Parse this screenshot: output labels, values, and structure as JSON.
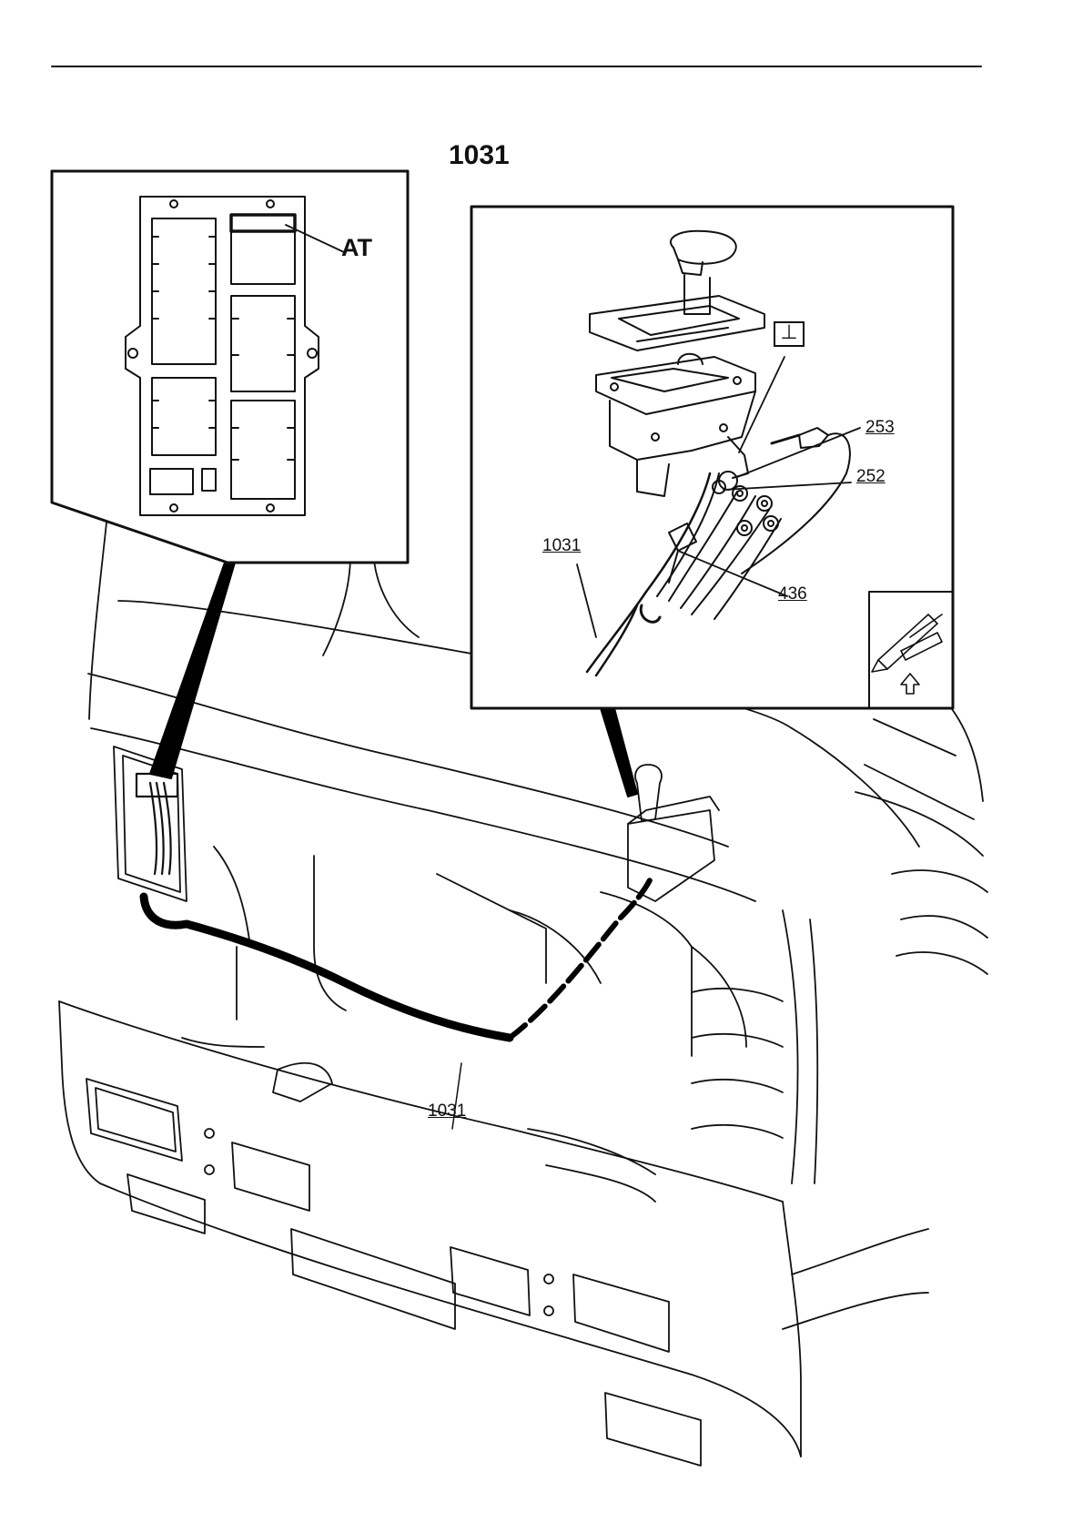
{
  "header": {
    "title": "1031"
  },
  "callouts": {
    "fuse_box_label": "AT",
    "harness_detail": "1031",
    "connector_253": "253",
    "connector_252": "252",
    "connector_436": "436",
    "harness_main": "1031"
  },
  "icons": {
    "ground": "ground-symbol",
    "orientation": "orientation-arrow-icon"
  },
  "colors": {
    "line": "#111111",
    "background": "#ffffff"
  }
}
